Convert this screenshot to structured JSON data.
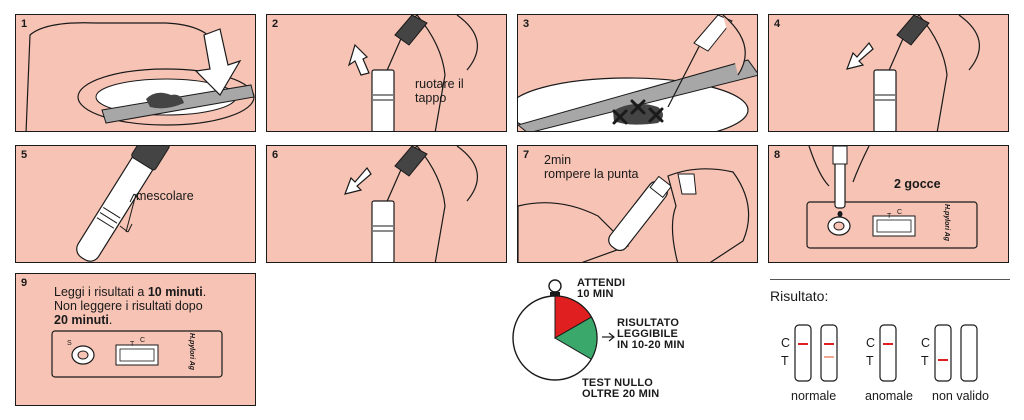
{
  "steps": [
    {
      "num": "1"
    },
    {
      "num": "2",
      "caption": "ruotare il tappo"
    },
    {
      "num": "3"
    },
    {
      "num": "4"
    },
    {
      "num": "5",
      "caption": "mescolare"
    },
    {
      "num": "6"
    },
    {
      "num": "7",
      "caption_line1": "2min",
      "caption_line2": "rompere la punta"
    },
    {
      "num": "8",
      "caption": "2 gocce",
      "cassette_label": "H.pylori Ag",
      "mark_t": "T",
      "mark_c": "C"
    },
    {
      "num": "9",
      "text_a": "Leggi i risultati a ",
      "text_b": "10 minuti",
      "text_c": ".",
      "text_d": "Non leggere i risultati dopo",
      "text_e": "20 minuti",
      "text_f": ".",
      "cassette_label": "H.pylori Ag",
      "mark_s": "S",
      "mark_t": "T",
      "mark_c": "C"
    }
  ],
  "timer": {
    "wait_line1": "ATTENDI",
    "wait_line2": "10 MIN",
    "read_line1": "RISULTATO",
    "read_line2": "LEGGIBILE",
    "read_line3": "IN 10-20 MIN",
    "null_line1": "TEST NULLO",
    "null_line2": "OLTRE 20 MIN",
    "wait_fraction": 0.167,
    "read_fraction": 0.167,
    "colors": {
      "wait": "#e02020",
      "read": "#3aa86a"
    }
  },
  "results": {
    "title": "Risultato:",
    "label_c": "C",
    "label_t": "T",
    "groups": [
      {
        "caption": "normale"
      },
      {
        "caption": "anomale"
      },
      {
        "caption": "non valido"
      }
    ]
  },
  "colors": {
    "panel_bg": "#f6c3b4",
    "stroke": "#1a1a1a",
    "accent_red": "#e02020",
    "accent_green": "#3aa86a"
  }
}
